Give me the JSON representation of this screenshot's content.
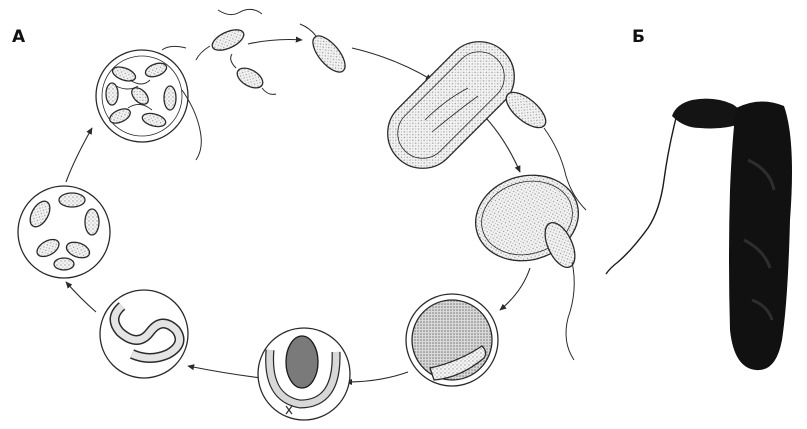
{
  "panels": [
    {
      "id": "A",
      "label": "А"
    },
    {
      "id": "B",
      "label": "Б"
    }
  ],
  "colors": {
    "line": "#2a2a2a",
    "stipple": "#b8b8b8",
    "cell_fill": "#efefef",
    "spore_fill": "#1a1a1a"
  }
}
